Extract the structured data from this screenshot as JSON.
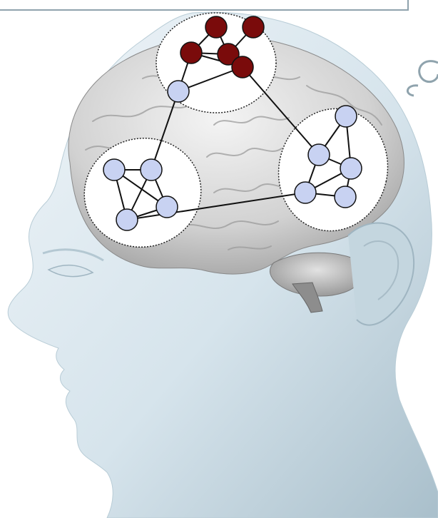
{
  "colors": {
    "background": "#ffffff",
    "frame_stroke": "#8fa3ad",
    "head_light": "#eef4f8",
    "head_mid": "#c9dbe5",
    "head_dark": "#9fb7c4",
    "brain_light": "#efefef",
    "brain_mid": "#cfcfcf",
    "brain_dark": "#8f8f8f",
    "cluster_fill": "#ffffff",
    "cluster_stroke": "#222222",
    "node_default": "#c8d2f2",
    "node_active": "#7a0b0b",
    "node_stroke": "#111111",
    "edge": "#111111",
    "decoration": "#8fa3ad"
  },
  "diagram": {
    "type": "network-of-networks over head and brain illustration",
    "clusters": [
      {
        "name": "top",
        "nodes": [
          {
            "id": "t1",
            "state": "active"
          },
          {
            "id": "t2",
            "state": "active"
          },
          {
            "id": "t3",
            "state": "active"
          },
          {
            "id": "t4",
            "state": "active"
          },
          {
            "id": "t5",
            "state": "active"
          },
          {
            "id": "t6",
            "state": "default"
          }
        ],
        "edges": [
          [
            "t1",
            "t3"
          ],
          [
            "t1",
            "t4"
          ],
          [
            "t2",
            "t4"
          ],
          [
            "t3",
            "t4"
          ],
          [
            "t3",
            "t5"
          ],
          [
            "t5",
            "t6"
          ],
          [
            "t3",
            "t6"
          ],
          [
            "t4",
            "t5"
          ]
        ]
      },
      {
        "name": "left",
        "nodes": [
          {
            "id": "l1",
            "state": "default"
          },
          {
            "id": "l2",
            "state": "default"
          },
          {
            "id": "l3",
            "state": "default"
          },
          {
            "id": "l4",
            "state": "default"
          }
        ],
        "edges": [
          [
            "l1",
            "l2"
          ],
          [
            "l1",
            "l3"
          ],
          [
            "l1",
            "l4"
          ],
          [
            "l2",
            "l3"
          ],
          [
            "l2",
            "l4"
          ],
          [
            "l3",
            "l4"
          ]
        ]
      },
      {
        "name": "right",
        "nodes": [
          {
            "id": "r1",
            "state": "default"
          },
          {
            "id": "r2",
            "state": "default"
          },
          {
            "id": "r3",
            "state": "default"
          },
          {
            "id": "r4",
            "state": "default"
          },
          {
            "id": "r5",
            "state": "default"
          }
        ],
        "edges": [
          [
            "r1",
            "r2"
          ],
          [
            "r1",
            "r3"
          ],
          [
            "r2",
            "r3"
          ],
          [
            "r2",
            "r4"
          ],
          [
            "r3",
            "r4"
          ],
          [
            "r3",
            "r5"
          ],
          [
            "r4",
            "r5"
          ]
        ]
      }
    ],
    "inter_cluster_edges": [
      [
        "t6",
        "l2"
      ],
      [
        "t5",
        "r2"
      ],
      [
        "l4",
        "r4"
      ]
    ]
  }
}
